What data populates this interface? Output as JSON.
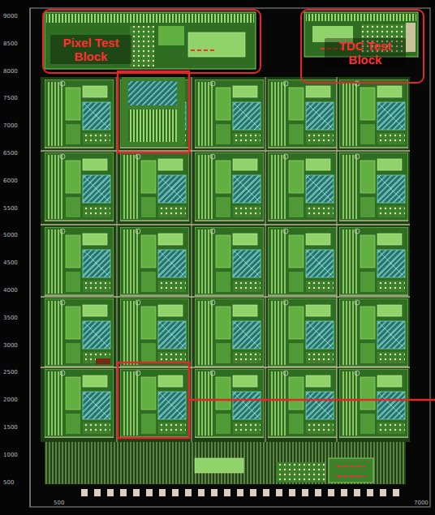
{
  "diagram": {
    "nodes": [
      {
        "text": [
          "Pixel Test Block"
        ]
      },
      {
        "text": [
          "TDC Test Block"
        ]
      }
    ],
    "labels": [
      "9000",
      "8500",
      "8000",
      "7500",
      "7000",
      "6500",
      "6000",
      "5500",
      "5000",
      "4500",
      "4000",
      "3500",
      "3000",
      "2500",
      "2000",
      "1500",
      "1000",
      "500",
      "500",
      "7000"
    ]
  }
}
